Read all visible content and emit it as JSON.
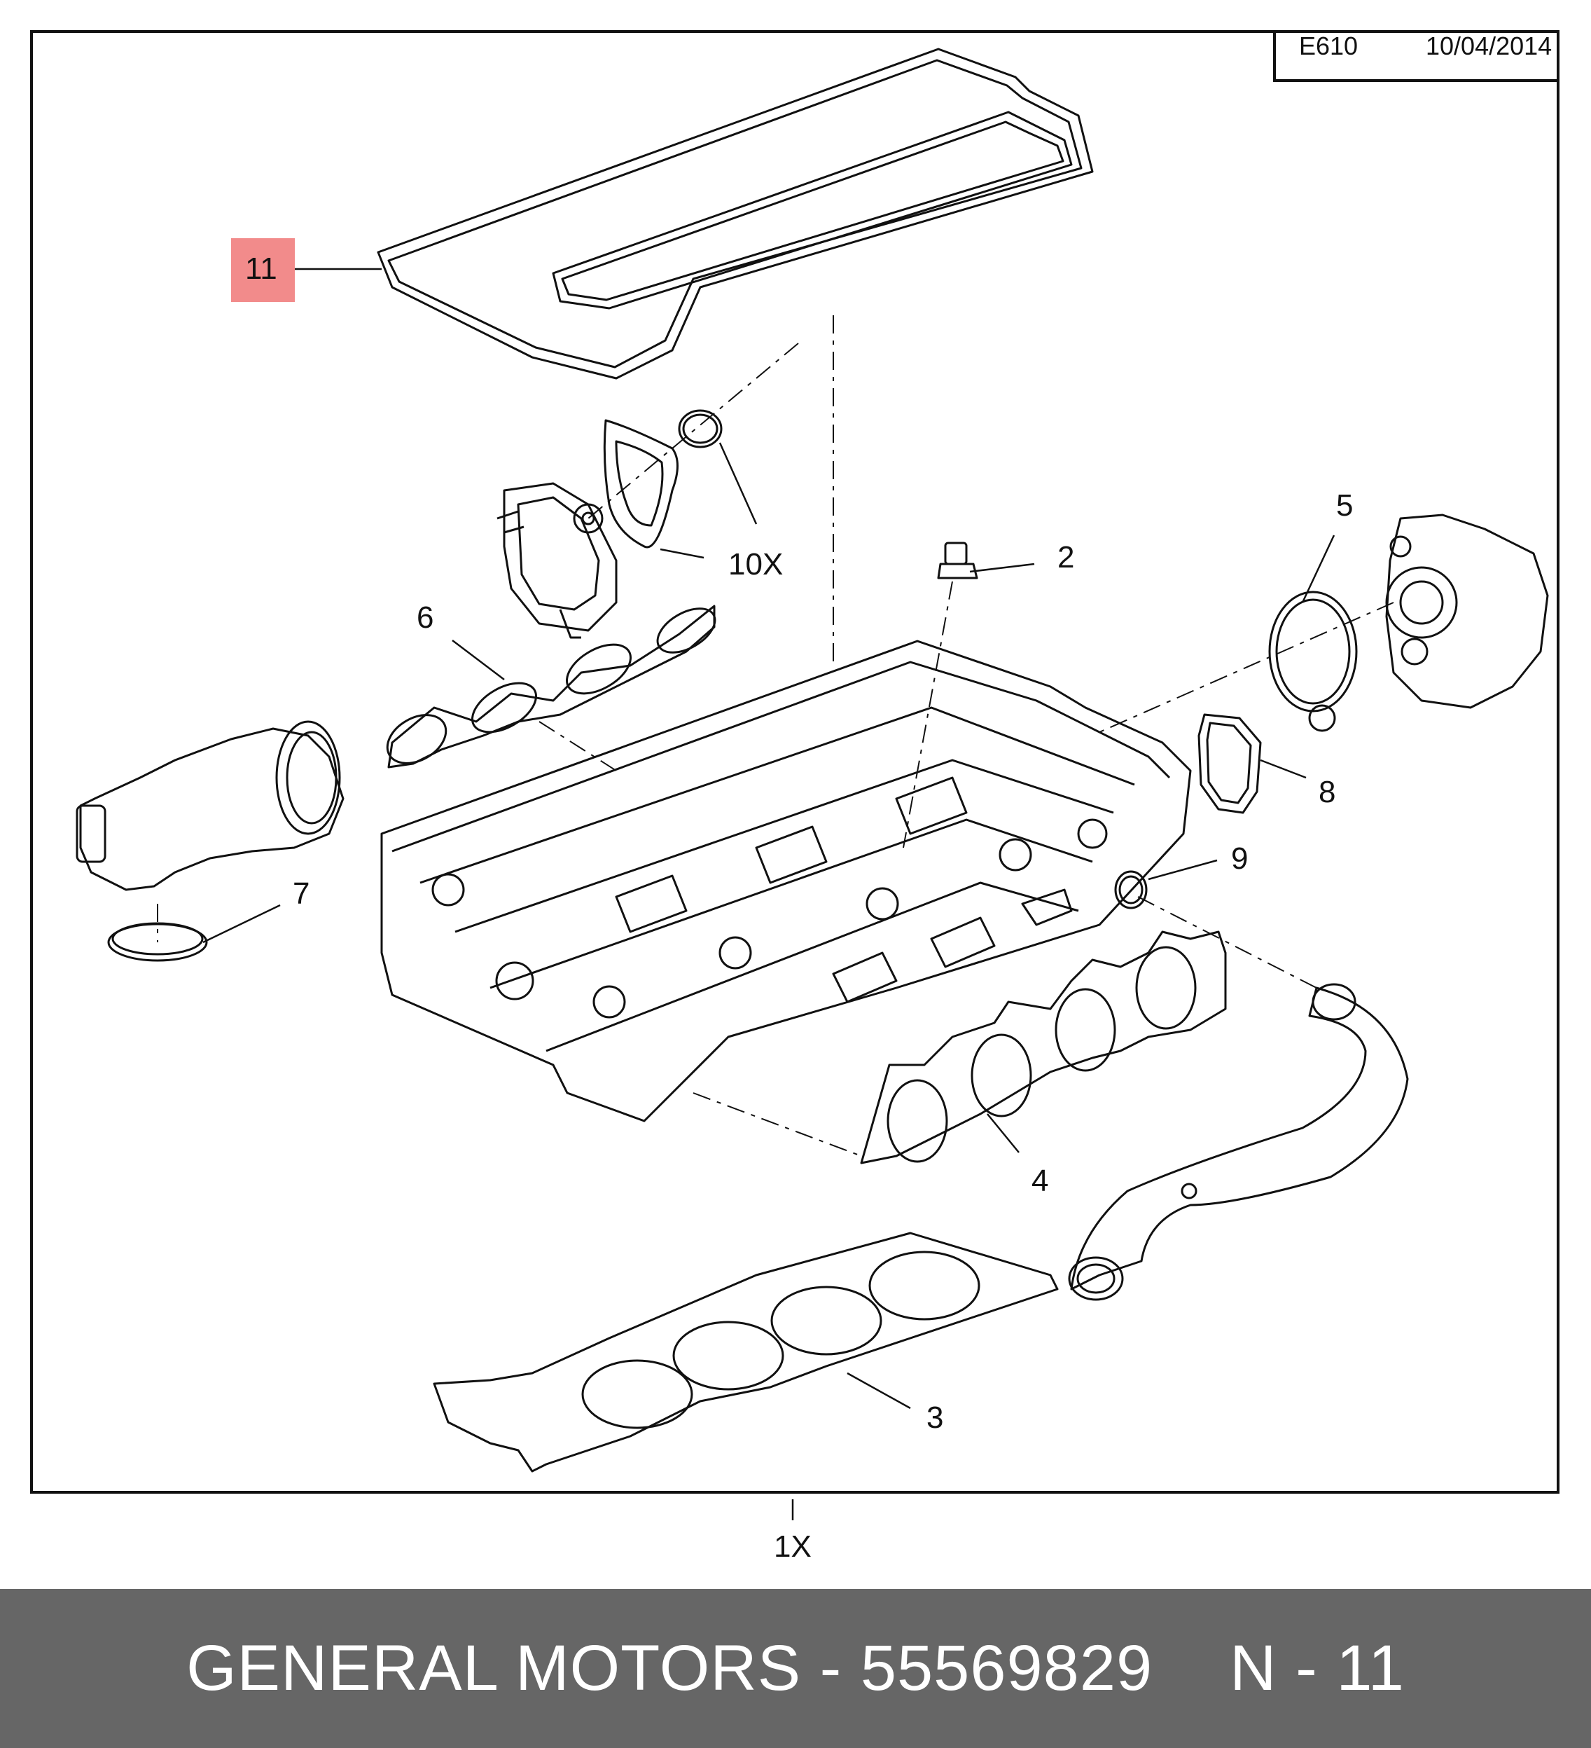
{
  "header": {
    "code": "E610",
    "date": "10/04/2014"
  },
  "callouts": {
    "c2": "2",
    "c3": "3",
    "c4": "4",
    "c5": "5",
    "c6": "6",
    "c7": "7",
    "c8": "8",
    "c9": "9",
    "c10": "10X",
    "c11": "11",
    "c1": "1X"
  },
  "highlight": {
    "part": "11",
    "color": "#f28b8b"
  },
  "footer": {
    "brand_part": "GENERAL MOTORS - 55569829",
    "ref": "N - 11"
  }
}
